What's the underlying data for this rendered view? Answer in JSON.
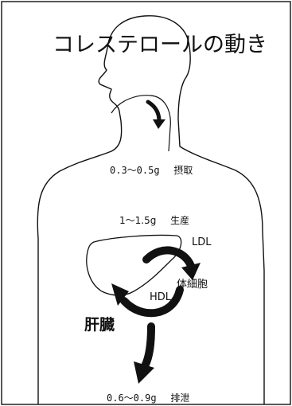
{
  "title": "コレステロールの動き",
  "intake": {
    "amount": "0.3〜0.5g",
    "label": "摂取"
  },
  "production": {
    "amount": "1〜1.5g",
    "label": "生産"
  },
  "excretion": {
    "amount": "0.6〜0.9g",
    "label": "排泄"
  },
  "ldl_label": "LDL",
  "hdl_label": "HDL",
  "cells_label": "体細胞",
  "liver_label": "肝臓",
  "colors": {
    "ink": "#111111",
    "background": "#ffffff"
  }
}
